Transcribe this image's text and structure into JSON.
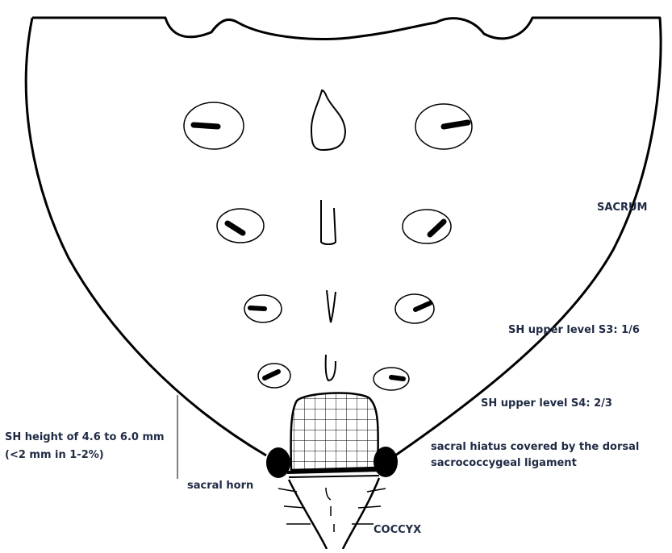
{
  "labels": {
    "sacrum": "SACRUM",
    "sh_s3": "SH upper level S3: 1/6",
    "sh_s4": "SH upper level S4: 2/3",
    "hiatus_line1": "sacral hiatus covered by the dorsal",
    "hiatus_line2": "sacrococcygeal ligament",
    "coccyx": "COCCYX",
    "sacral_horn": "sacral horn",
    "sh_height_line1": "SH height of 4.6 to 6.0 mm",
    "sh_height_line2": "(<2 mm in 1-2%)"
  },
  "colors": {
    "outline": "#000000",
    "text": "#1f2a44",
    "background": "#ffffff"
  }
}
